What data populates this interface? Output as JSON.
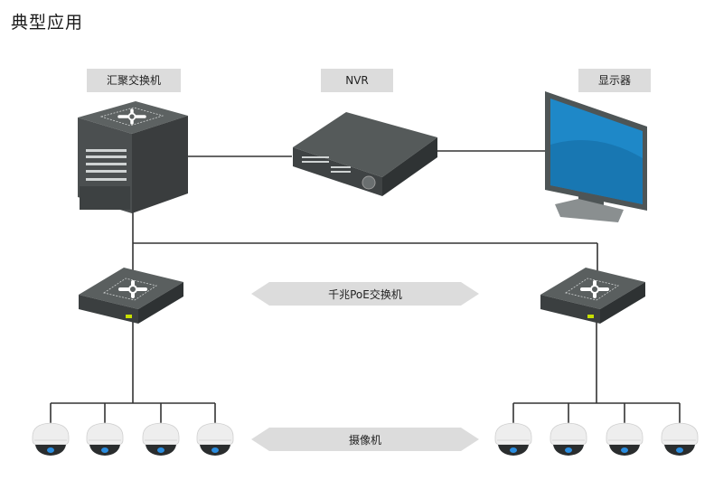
{
  "page": {
    "title": "典型应用"
  },
  "devices": {
    "core_switch": {
      "label": "汇聚交换机",
      "icon": "core-switch-icon"
    },
    "nvr": {
      "label": "NVR",
      "icon": "nvr-icon"
    },
    "monitor": {
      "label": "显示器",
      "icon": "monitor-icon"
    }
  },
  "poe_switches": {
    "banner_label": "千兆PoE交换机",
    "items": [
      {
        "name": "poe-switch-left",
        "icon": "poe-switch-icon"
      },
      {
        "name": "poe-switch-right",
        "icon": "poe-switch-icon"
      }
    ]
  },
  "cameras": {
    "banner_label": "摄像机",
    "groups": [
      {
        "side": "left",
        "count": 4
      },
      {
        "side": "right",
        "count": 4
      }
    ]
  },
  "colors": {
    "label_bg": "#dcdcdc",
    "line": "#333333",
    "device_dark": "#4a4f4f",
    "screen_blue": "#1e88c8",
    "led_green": "#c8e000"
  }
}
